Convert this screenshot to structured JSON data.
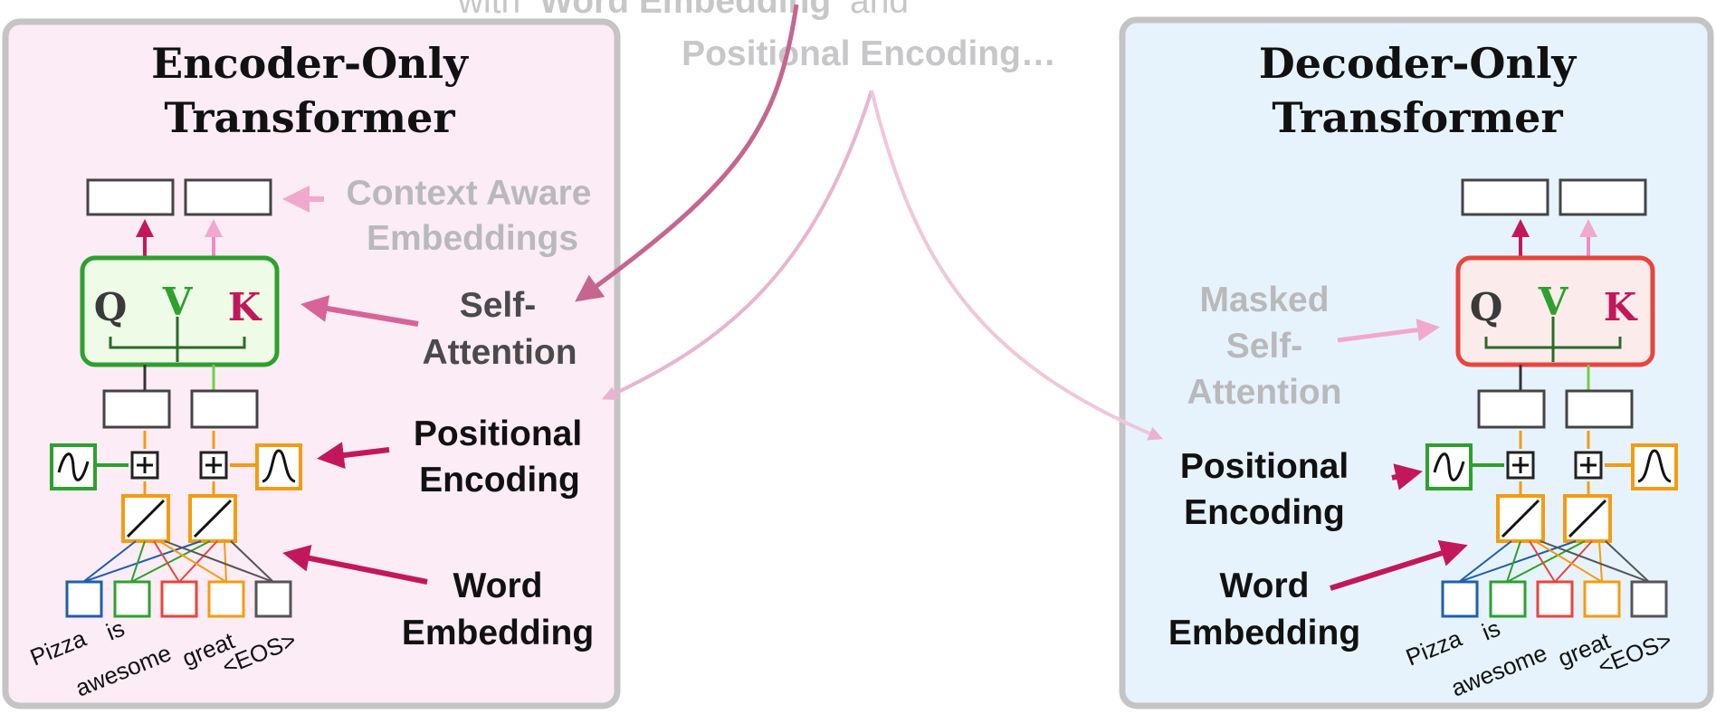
{
  "top_caption": {
    "line1_prefix": "with",
    "line1_bold": "Word Embedding",
    "line1_suffix": "and",
    "line2": "Positional Encoding…"
  },
  "encoder": {
    "title_line1": "Encoder-Only",
    "title_line2": "Transformer",
    "context_label_line1": "Context Aware",
    "context_label_line2": "Embeddings",
    "self_attention_line1": "Self-",
    "self_attention_line2": "Attention",
    "positional_line1": "Positional",
    "positional_line2": "Encoding",
    "word_embedding_line1": "Word",
    "word_embedding_line2": "Embedding",
    "tokens": [
      "Pizza",
      "is",
      "awesome",
      "great",
      "<EOS>"
    ]
  },
  "decoder": {
    "title_line1": "Decoder-Only",
    "title_line2": "Transformer",
    "masked_line1": "Masked",
    "masked_line2": "Self-",
    "masked_line3": "Attention",
    "positional_line1": "Positional",
    "positional_line2": "Encoding",
    "word_embedding_line1": "Word",
    "word_embedding_line2": "Embedding",
    "tokens": [
      "Pizza",
      "is",
      "awesome",
      "great",
      "<EOS>"
    ]
  },
  "attention_letters": {
    "q": "Q",
    "v": "V",
    "k": "K"
  },
  "colors": {
    "encoder_bg": "#fcecf5",
    "decoder_bg": "#e6f3fc",
    "panel_border": "#c4c4c4",
    "green": "#2ea02e",
    "red": "#e8453c",
    "magenta": "#c2185b",
    "pink_arrow": "#ee8dc3",
    "orange": "#f39c12",
    "blue": "#1f5fae",
    "dark": "#333333"
  }
}
